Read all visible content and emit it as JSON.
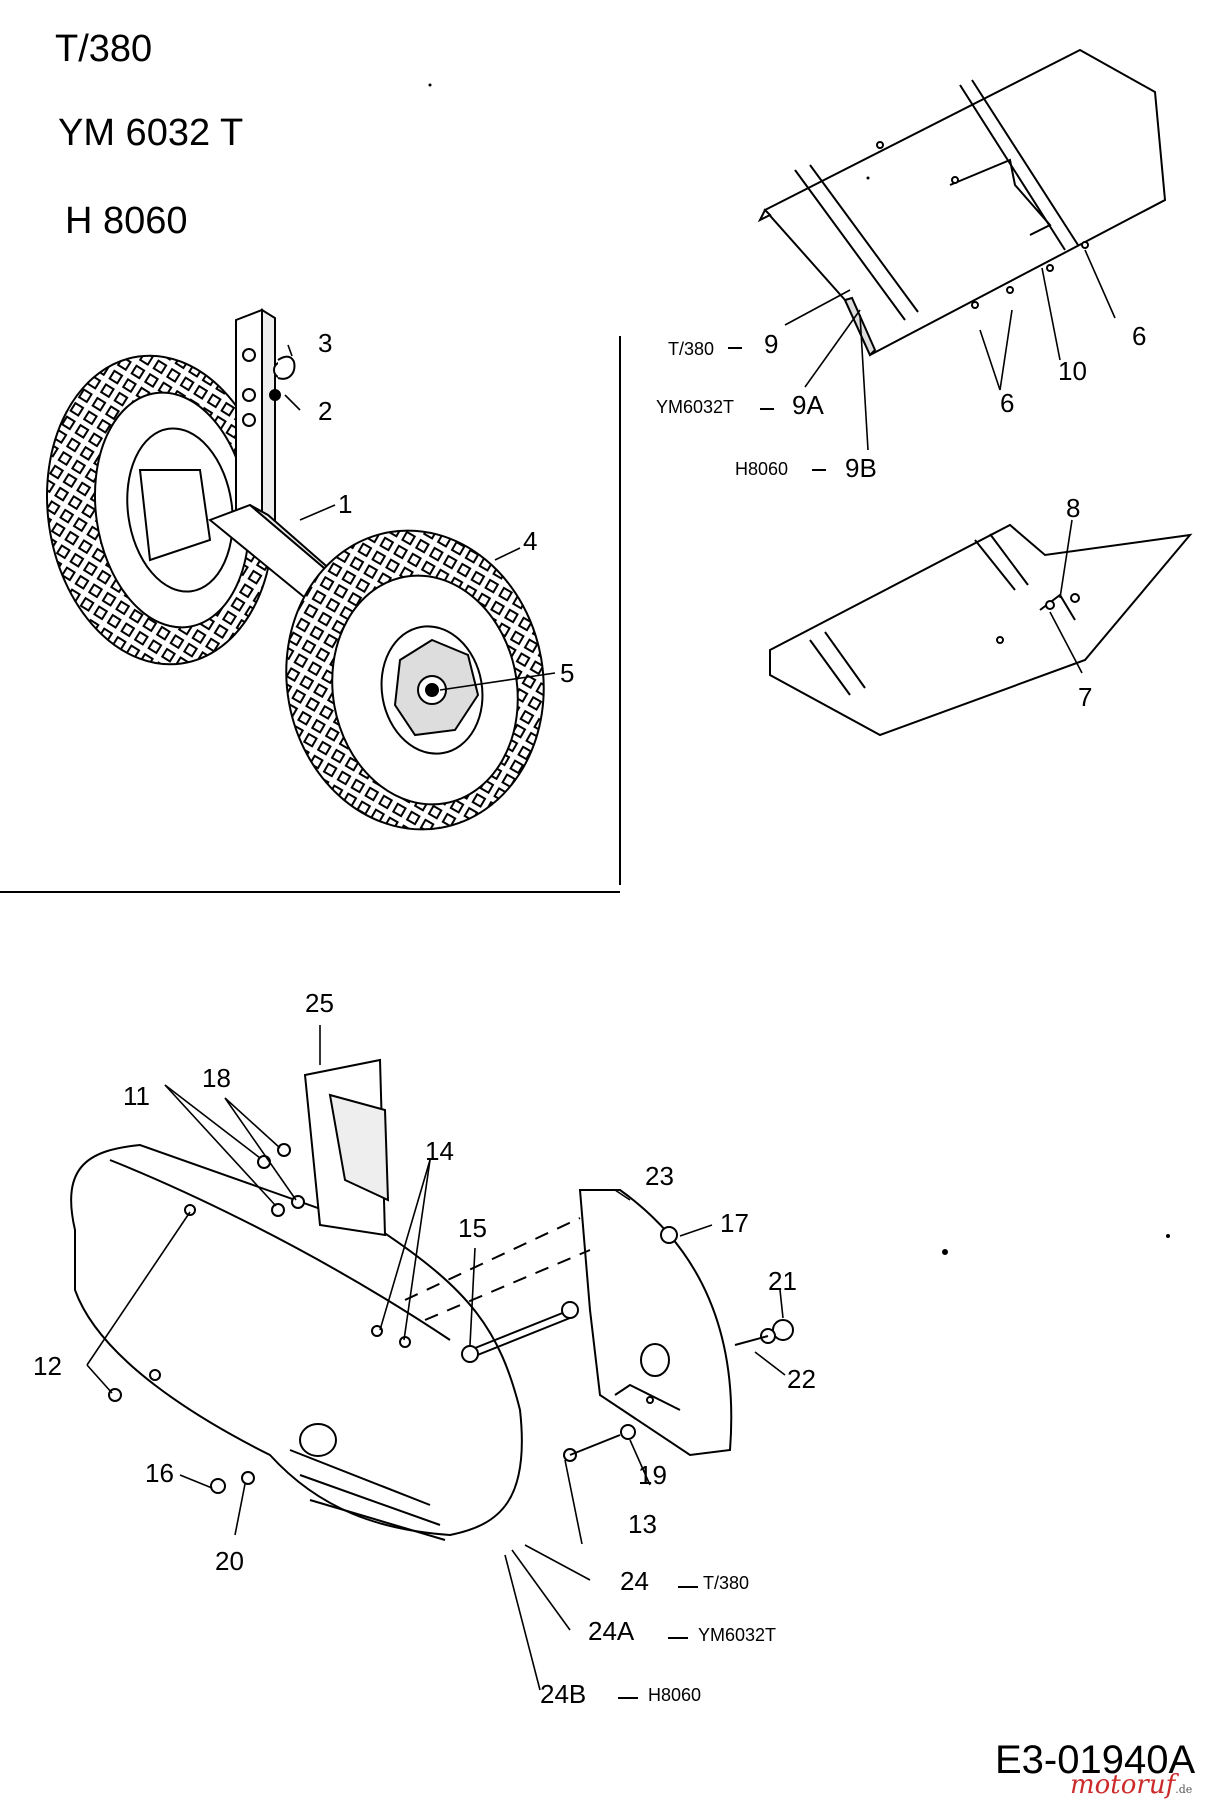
{
  "models": [
    "T/380",
    "YM 6032 T",
    "H 8060"
  ],
  "callouts": {
    "c1": "1",
    "c2": "2",
    "c3": "3",
    "c4": "4",
    "c5": "5",
    "c6a": "6",
    "c6b": "6",
    "c7": "7",
    "c8": "8",
    "c9": "9",
    "c9a": "9A",
    "c9b": "9B",
    "c10": "10",
    "c11": "11",
    "c12": "12",
    "c13": "13",
    "c14": "14",
    "c15": "15",
    "c16": "16",
    "c17": "17",
    "c18": "18",
    "c19": "19",
    "c20": "20",
    "c21": "21",
    "c22": "22",
    "c23": "23",
    "c24": "24",
    "c24a": "24A",
    "c24b": "24B",
    "c25": "25"
  },
  "variants": {
    "v9": "T/380",
    "v9a": "YM6032T",
    "v9b": "H8060",
    "v24": "T/380",
    "v24a": "YM6032T",
    "v24b": "H8060"
  },
  "document_number": "E3-01940A",
  "watermark": {
    "main": "motoruf",
    "suffix": ".de"
  }
}
